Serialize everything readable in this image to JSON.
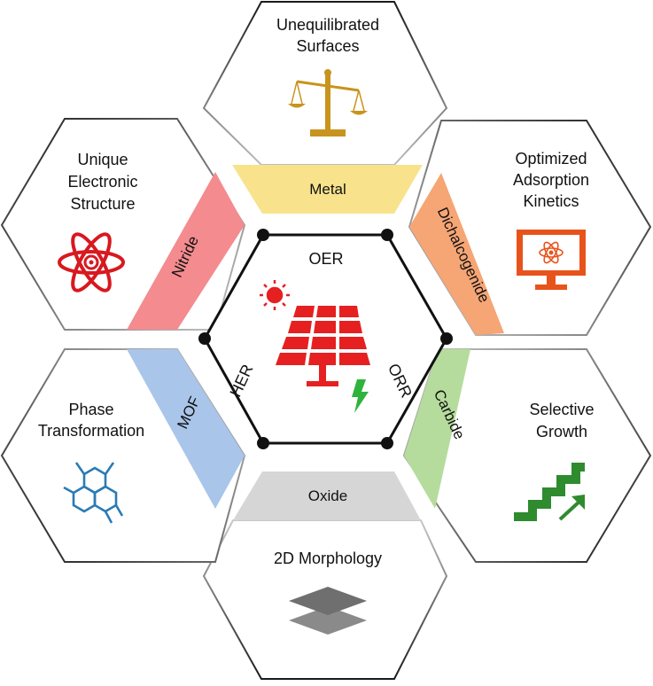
{
  "center": {
    "labels": {
      "top": "OER",
      "left": "HER",
      "right": "ORR"
    },
    "icon": "solar-panel-with-sun-and-lightning-icon"
  },
  "hexagons": {
    "top": {
      "line1": "Unequilibrated",
      "line2": "Surfaces",
      "icon": "balance-scale-icon"
    },
    "upper_right": {
      "line1": "Optimized",
      "line2": "Adsorption",
      "line3": "Kinetics",
      "icon": "monitor-atom-icon"
    },
    "lower_right": {
      "line1": "Selective",
      "line2": "Growth",
      "icon": "stairs-arrow-icon"
    },
    "bottom": {
      "line1": "2D Morphology",
      "icon": "stacked-layers-icon"
    },
    "lower_left": {
      "line1": "Phase",
      "line2": "Transformation",
      "icon": "hexagonal-lattice-icon"
    },
    "upper_left": {
      "line1": "Unique",
      "line2": "Electronic",
      "line3": "Structure",
      "icon": "atom-icon"
    }
  },
  "bands": {
    "top": {
      "label": "Metal"
    },
    "upper_right": {
      "label": "Dichalcogenide"
    },
    "lower_right": {
      "label": "Carbide"
    },
    "bottom": {
      "label": "Oxide"
    },
    "lower_left": {
      "label": "MOF"
    },
    "upper_left": {
      "label": "Nitride"
    }
  },
  "colors": {
    "metal": "#f8e38c",
    "dichalcogenide": "#f6a575",
    "carbide": "#b5dc9c",
    "oxide": "#d6d6d6",
    "mof": "#a9c5ea",
    "nitride": "#f48b8e",
    "solar_red": "#e62020",
    "lightning_green": "#2fb33c",
    "scale_gold": "#c8941e",
    "monitor_orange": "#e8531c",
    "stairs_green": "#2e8b2e",
    "lattice_blue": "#2a7bb4",
    "atom_red": "#d71920",
    "layers_gray": "#7a7a7a"
  }
}
